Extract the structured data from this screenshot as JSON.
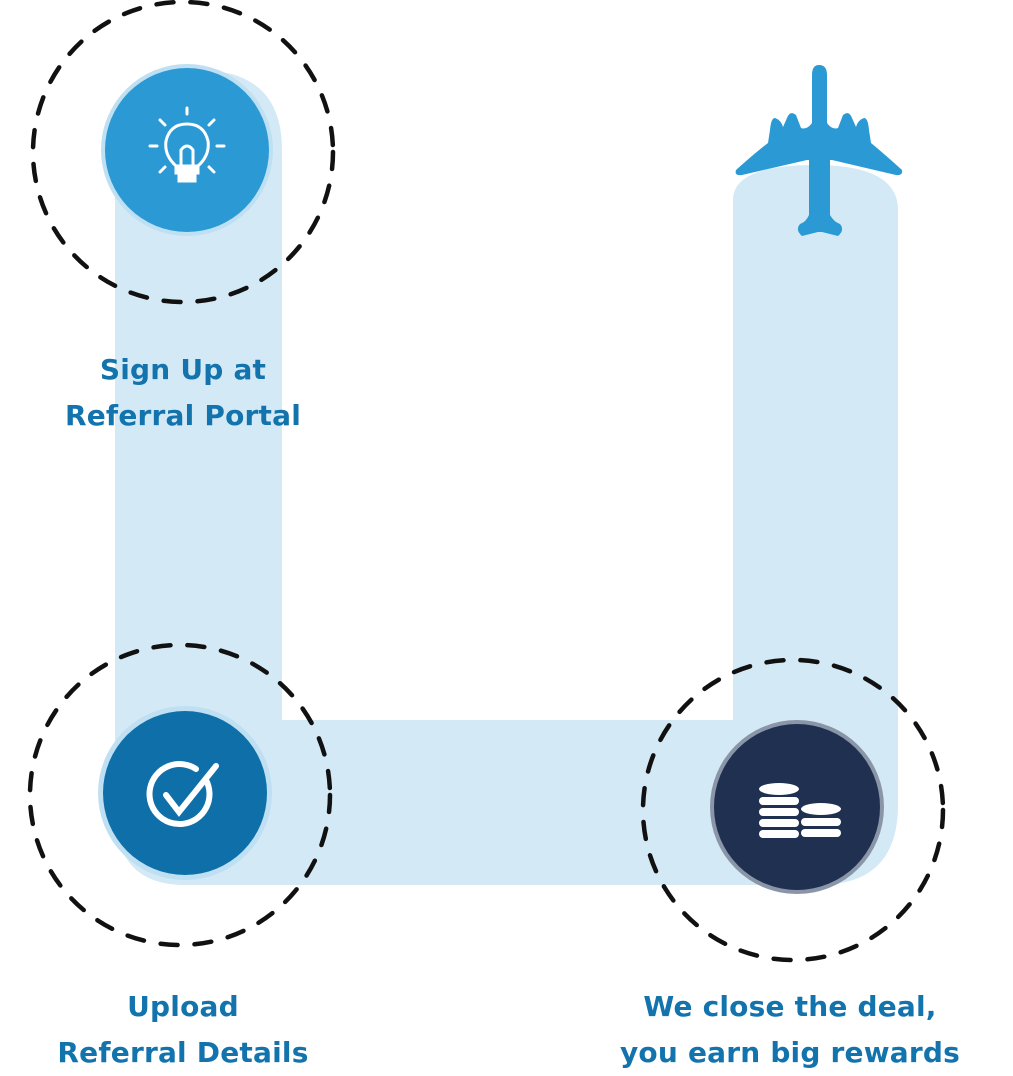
{
  "steps": [
    {
      "line1": "Sign Up at",
      "line2": "Referral Portal",
      "icon": "lightbulb-icon",
      "color": "#2b9ad4"
    },
    {
      "line1": "Upload",
      "line2": "Referral Details",
      "icon": "checkmark-icon",
      "color": "#0f6fa8"
    },
    {
      "line1": "We close the deal,",
      "line2": "you earn big rewards",
      "icon": "coins-icon",
      "color": "#1f3050"
    }
  ],
  "end_icon": "airplane-icon",
  "colors": {
    "path": "#d4e9f6",
    "text": "#1273ad",
    "airplane": "#2b9ad4",
    "dash": "#111111"
  }
}
